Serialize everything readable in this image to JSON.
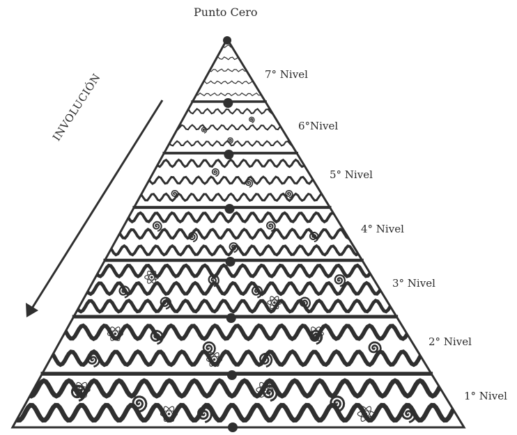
{
  "diagram": {
    "apex_label": "Punto Cero",
    "arrow_label": "INVOLUCIÓN",
    "levels": [
      {
        "label": "7° Nivel",
        "order": 7
      },
      {
        "label": "6°Nivel",
        "order": 6
      },
      {
        "label": "5° Nivel",
        "order": 5
      },
      {
        "label": "4° Nivel",
        "order": 4
      },
      {
        "label": "3° Nivel",
        "order": 3
      },
      {
        "label": "2° Nivel",
        "order": 2
      },
      {
        "label": "1° Nivel",
        "order": 1
      }
    ]
  },
  "colors": {
    "ink": "#2f2f2f",
    "background": "#ffffff"
  }
}
